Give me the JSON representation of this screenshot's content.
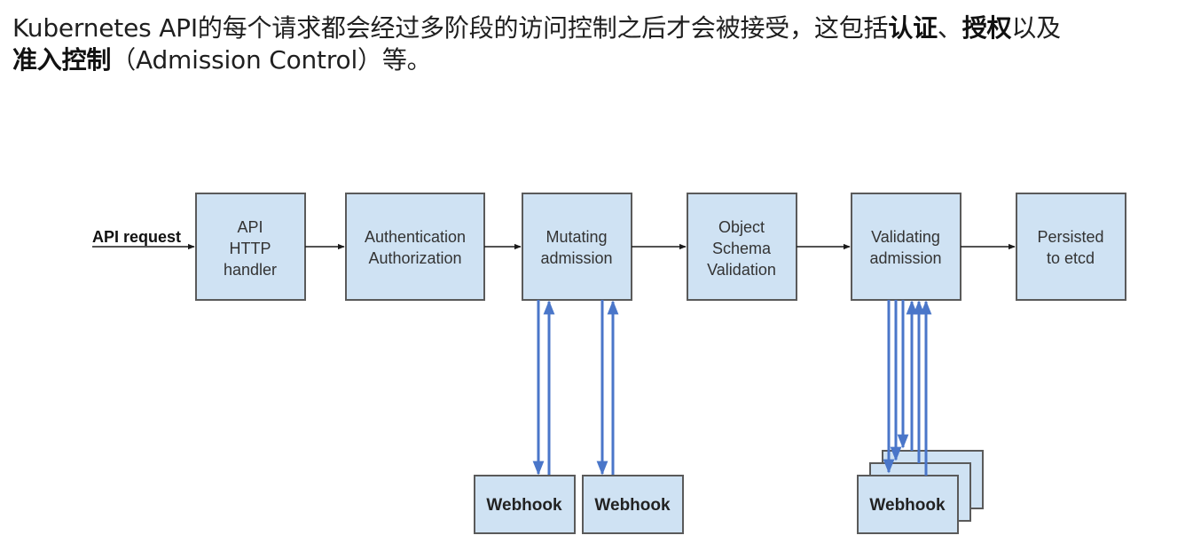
{
  "intro": {
    "p1": "Kubernetes API的每个请求都会经过多阶段的访问控制之后才会被接受，这包括",
    "authn": "认证",
    "sep": "、",
    "authz": "授权",
    "p2": "以及",
    "admission": "准入控制",
    "p3": "（Admission Control）等。"
  },
  "diagram": {
    "request_label": "API request",
    "boxes": {
      "api_handler": [
        "API",
        "HTTP",
        "handler"
      ],
      "authn_authz": [
        "Authentication",
        "Authorization"
      ],
      "mutating": [
        "Mutating",
        "admission"
      ],
      "schema": [
        "Object",
        "Schema",
        "Validation"
      ],
      "validating": [
        "Validating",
        "admission"
      ],
      "persisted": [
        "Persisted",
        "to etcd"
      ]
    },
    "webhook_label": "Webhook",
    "colors": {
      "box_fill": "#cfe2f3",
      "box_border": "#5a5a5a",
      "webhook_arrow": "#4a76c9"
    }
  }
}
